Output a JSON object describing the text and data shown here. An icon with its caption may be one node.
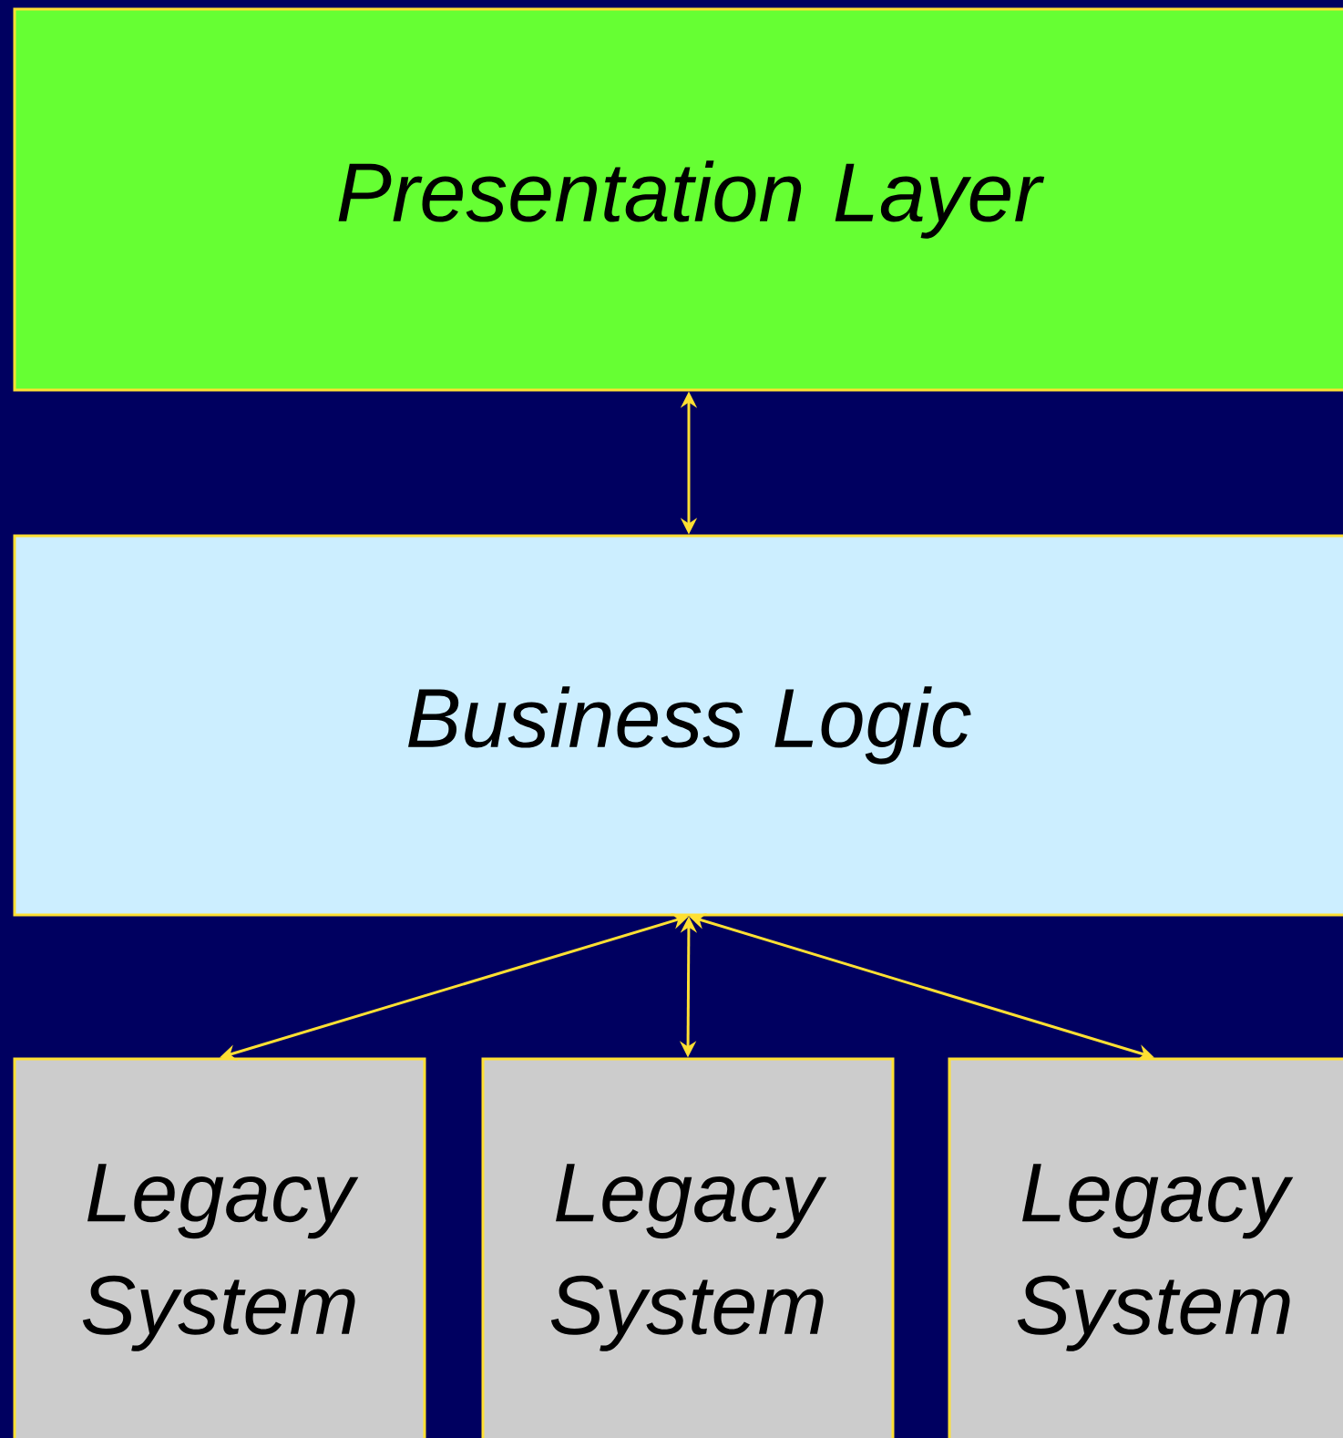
{
  "diagram": {
    "nodes": [
      {
        "text": [
          "Presentation Layer"
        ]
      },
      {
        "text": [
          "Business Logic"
        ]
      },
      {
        "text": [
          "Legacy System"
        ]
      },
      {
        "text": [
          "Legacy System"
        ]
      },
      {
        "text": [
          "Legacy System"
        ]
      }
    ],
    "edges": [
      {
        "from": 0,
        "to": 1,
        "arrow": "both"
      },
      {
        "from": 1,
        "to": 2,
        "arrow": "both"
      },
      {
        "from": 1,
        "to": 3,
        "arrow": "both"
      },
      {
        "from": 1,
        "to": 4,
        "arrow": "both"
      }
    ]
  }
}
